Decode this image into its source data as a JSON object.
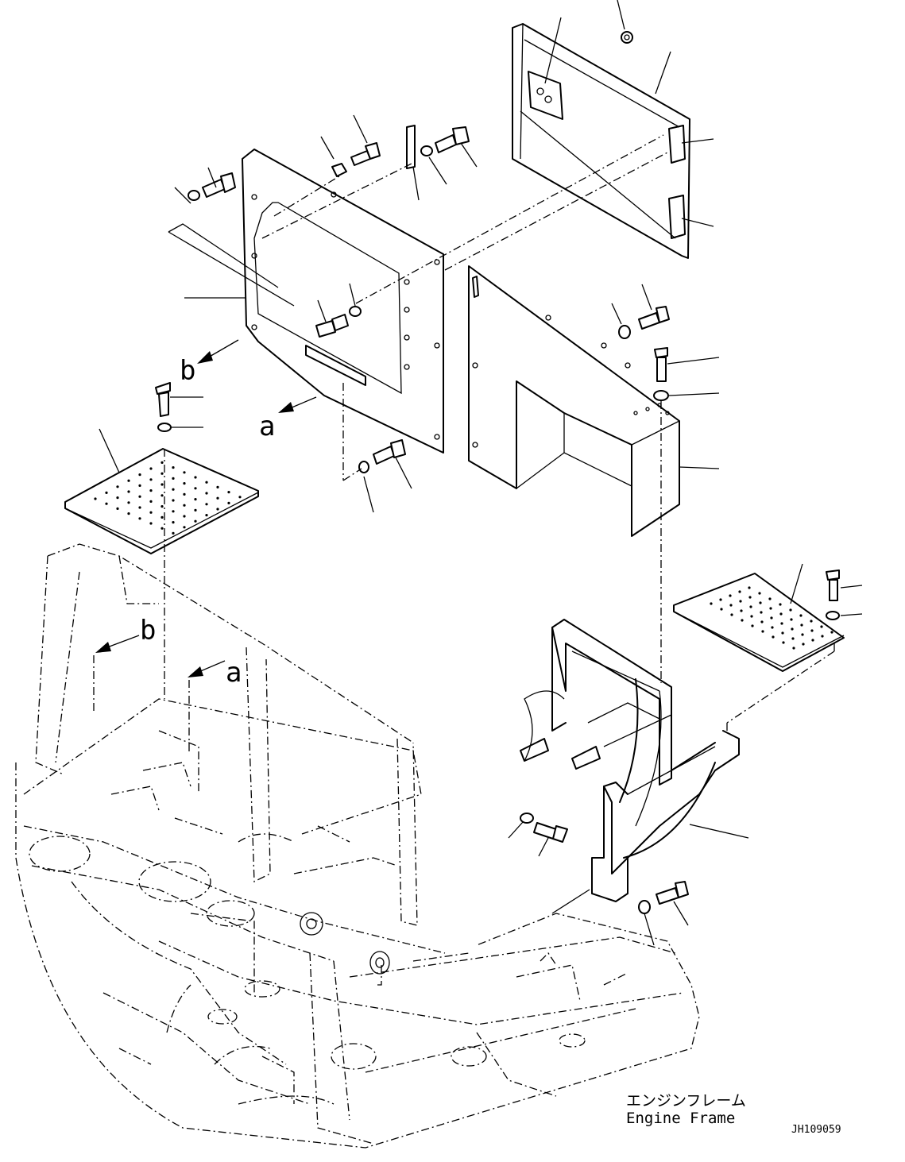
{
  "labels": {
    "view_a_upper": "a",
    "view_b_upper": "b",
    "view_a_lower": "a",
    "view_b_lower": "b"
  },
  "caption": {
    "japanese": "エンジンフレーム",
    "english": "Engine Frame"
  },
  "drawing_id": "JH109059"
}
